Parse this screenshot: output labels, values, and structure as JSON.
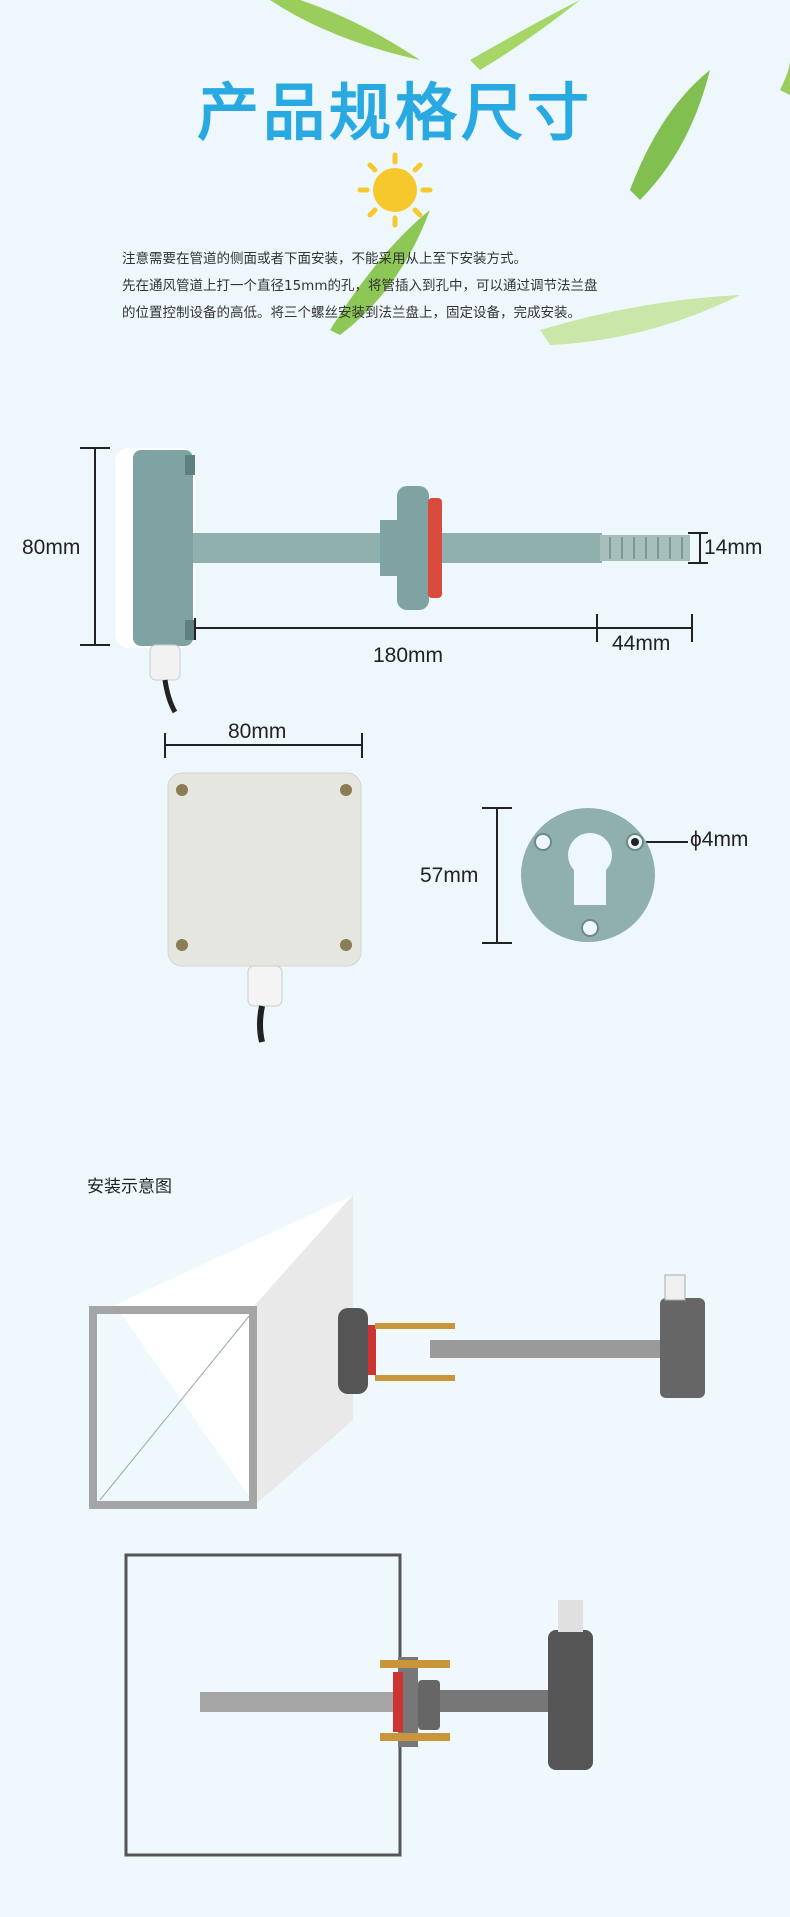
{
  "title": "产品规格尺寸",
  "notes": [
    "注意需要在管道的侧面或者下面安装，不能采用从上至下安装方式。",
    "先在通风管道上打一个直径15mm的孔，将管插入到孔中，可以通过调节法兰盘",
    "的位置控制设备的高低。将三个螺丝安装到法兰盘上，固定设备，完成安装。"
  ],
  "dimensions": {
    "height": "80mm",
    "probe_diameter": "14mm",
    "length": "180mm",
    "tip": "44mm",
    "box_width": "80mm",
    "flange": "57mm",
    "hole": "ϕ4mm"
  },
  "install_caption": "安装示意图",
  "colors": {
    "title": "#29a9e1",
    "housing": "#7fa3a3",
    "probe": "#8fb0ad",
    "flange_ring": "#d94b3c",
    "box": "#e6e6e0"
  }
}
